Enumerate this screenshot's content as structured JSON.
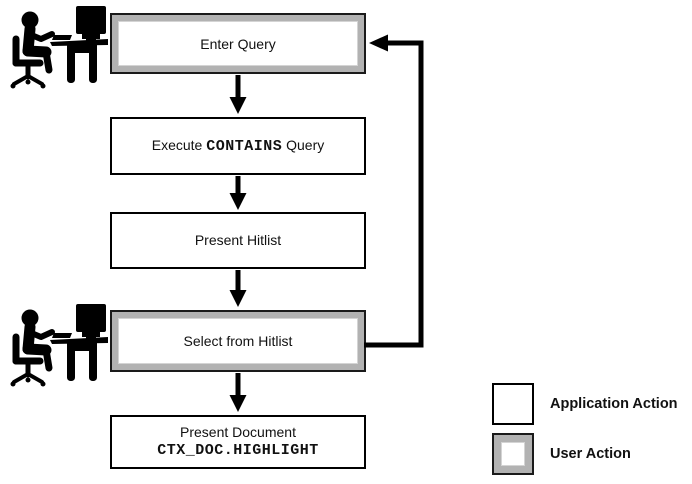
{
  "boxes": {
    "enter_query": {
      "label": "Enter Query",
      "type": "user-action"
    },
    "execute_query": {
      "text_before": "Execute ",
      "code": "CONTAINS",
      "text_after": " Query",
      "type": "application-action"
    },
    "present_hitlist": {
      "label": "Present Hitlist",
      "type": "application-action"
    },
    "select_hitlist": {
      "label": "Select from Hitlist",
      "type": "user-action"
    },
    "present_document": {
      "label": "Present Document",
      "code": "CTX_DOC.HIGHLIGHT",
      "type": "application-action"
    }
  },
  "legend": {
    "application_action_label": "Application Action",
    "user_action_label": "User Action"
  },
  "icons": {
    "user_at_workstation": "person-at-computer-icon"
  },
  "colors": {
    "user_action_gray": "#b2b2b2",
    "line_black": "#000000",
    "background": "#ffffff"
  }
}
